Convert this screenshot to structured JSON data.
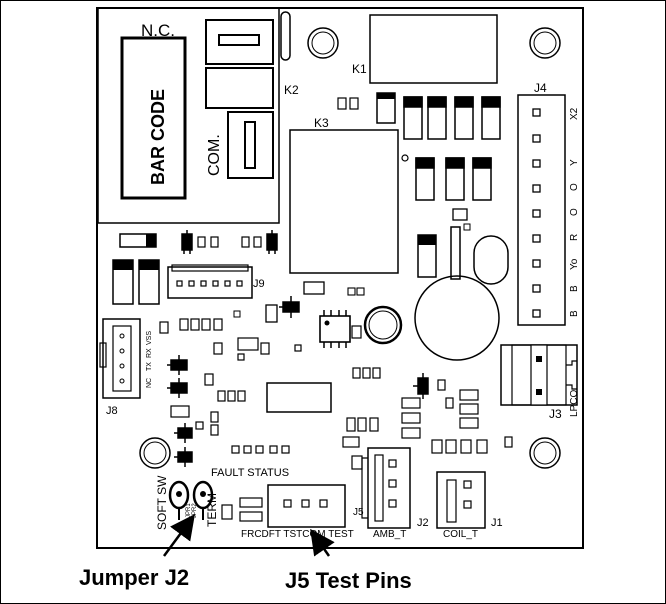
{
  "board": {
    "nc_label": "N.C.",
    "com_label": "COM.",
    "barcode_label": "BAR CODE",
    "relay_k1": "K1",
    "relay_k2": "K2",
    "relay_k3": "K3",
    "conn_j4": "J4",
    "conn_j9": "J9",
    "conn_j8": "J8",
    "conn_j3": "J3",
    "conn_j5": "J5",
    "conn_j2": "J2",
    "conn_j1": "J1",
    "j4_pins": [
      "X2",
      "Y",
      "O",
      "O",
      "R",
      "Yo",
      "B",
      "B"
    ],
    "j8_pins": [
      "VSS",
      "RX",
      "TX",
      "NC"
    ],
    "lpco": "LPCO",
    "fault_status": "FAULT STATUS",
    "soft_sw": "SOFT SW",
    "term": "TERM",
    "jpr1": "JPR1",
    "jpr2": "JPR2",
    "j5_pins": "FRCDFT TSTCOM TEST",
    "amb_t": "AMB_T",
    "coil_t": "COIL_T"
  },
  "callouts": {
    "jumper": "Jumper J2",
    "test_pins": "J5 Test Pins"
  }
}
